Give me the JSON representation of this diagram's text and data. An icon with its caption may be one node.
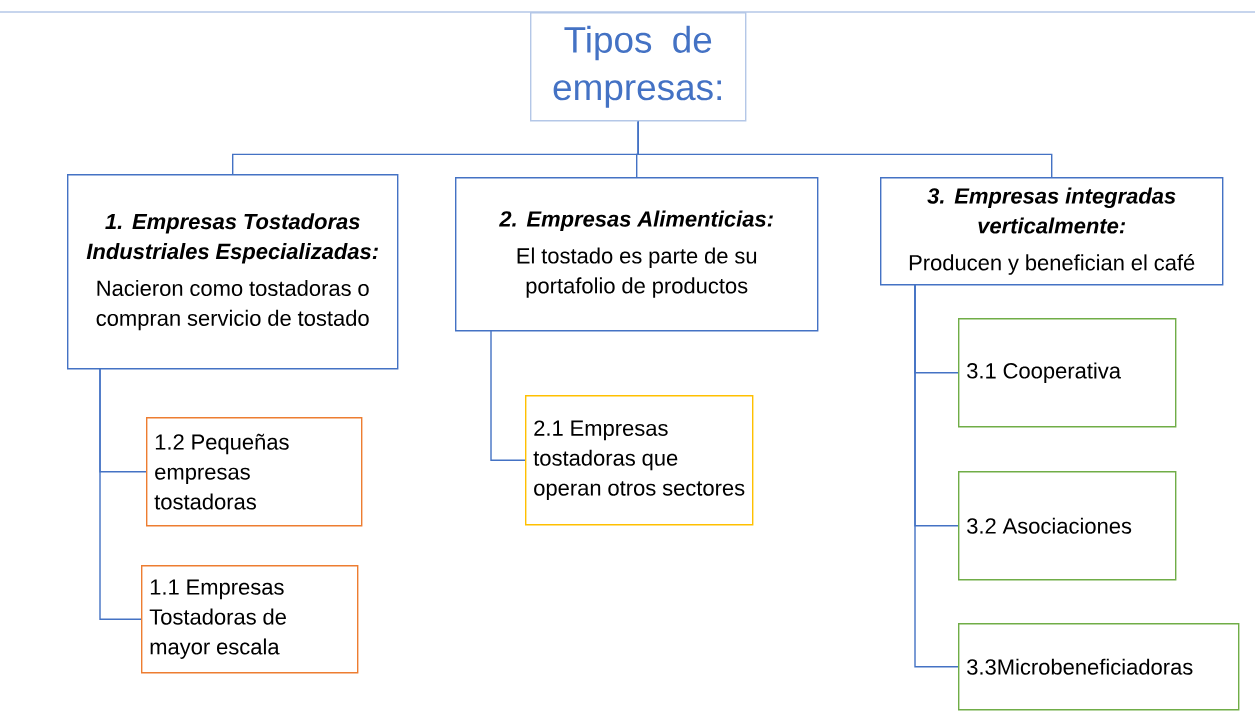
{
  "diagram": {
    "nodes": [
      {
        "text": [
          "Tipos de empresas:"
        ]
      },
      {
        "text": [
          "1. Empresas Tostadoras Industriales Especializadas:",
          "Nacieron como tostadoras o compran servicio de tostado"
        ]
      },
      {
        "text": [
          "2. Empresas Alimenticias:",
          "El tostado es parte de su portafolio de productos"
        ]
      },
      {
        "text": [
          "3. Empresas integradas verticalmente:",
          "Producen y benefician el café"
        ]
      },
      {
        "text": [
          "1.2 Pequeñas empresas tostadoras"
        ]
      },
      {
        "text": [
          "1.1 Empresas Tostadoras de mayor escala"
        ]
      },
      {
        "text": [
          "2.1 Empresas tostadoras que operan otros sectores"
        ]
      },
      {
        "text": [
          "3.1 Cooperativa"
        ]
      },
      {
        "text": [
          "3.2 Asociaciones"
        ]
      },
      {
        "text": [
          "3.3Microbeneficiadoras"
        ]
      }
    ],
    "edges": [
      {
        "from": 0,
        "to": 1,
        "arrow": "none"
      },
      {
        "from": 0,
        "to": 2,
        "arrow": "none"
      },
      {
        "from": 0,
        "to": 3,
        "arrow": "none"
      },
      {
        "from": 1,
        "to": 4,
        "arrow": "none"
      },
      {
        "from": 1,
        "to": 5,
        "arrow": "none"
      },
      {
        "from": 2,
        "to": 6,
        "arrow": "none"
      },
      {
        "from": 3,
        "to": 7,
        "arrow": "none"
      },
      {
        "from": 3,
        "to": 8,
        "arrow": "none"
      },
      {
        "from": 3,
        "to": 9,
        "arrow": "none"
      }
    ]
  }
}
